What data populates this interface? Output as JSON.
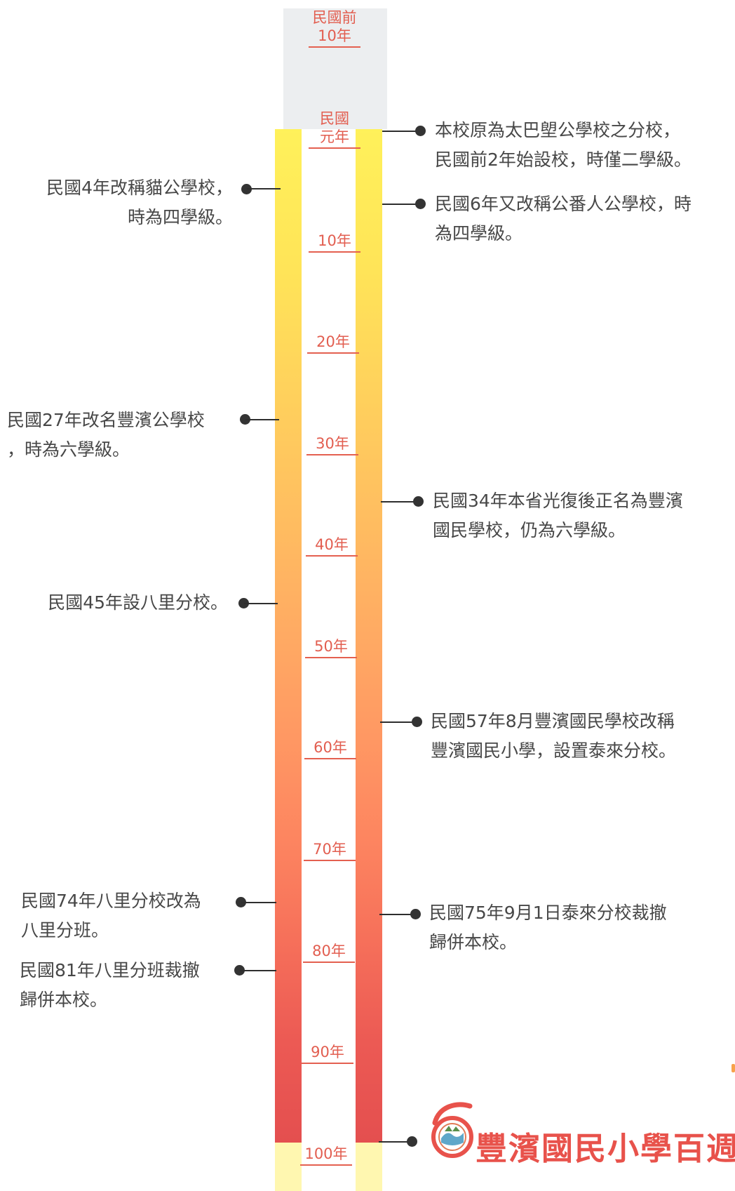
{
  "ticks": [
    {
      "label": "民國前\n10年"
    },
    {
      "label": "民國\n元年"
    },
    {
      "label": "10年"
    },
    {
      "label": "20年"
    },
    {
      "label": "30年"
    },
    {
      "label": "40年"
    },
    {
      "label": "50年"
    },
    {
      "label": "60年"
    },
    {
      "label": "70年"
    },
    {
      "label": "80年"
    },
    {
      "label": "90年"
    },
    {
      "label": "100年"
    }
  ],
  "events_left": [
    {
      "text": "民國4年改稱貓公學校，\n時為四學級。"
    },
    {
      "text": "民國27年改名豐濱公學校\n，時為六學級。"
    },
    {
      "text": "民國45年設八里分校。"
    },
    {
      "text": "民國74年八里分校改為\n八里分班。"
    },
    {
      "text": "民國81年八里分班裁撤\n歸併本校。"
    }
  ],
  "events_right": [
    {
      "text": "本校原為太巴塱公學校之分校，\n民國前2年始設校，時僅二學級。"
    },
    {
      "text": "民國6年又改稱公番人公學校，時\n為四學級。"
    },
    {
      "text": "民國34年本省光復後正名為豐濱\n國民學校，仍為六學級。"
    },
    {
      "text": "民國57年8月豐濱國民學校改稱\n豐濱國民小學，設置泰來分校。"
    },
    {
      "text": "民國75年9月1日泰來分校裁撤\n歸併本校。"
    }
  ],
  "footer": {
    "title": "豐濱國民小學百週",
    "logo_icon": "school-emblem-icon"
  }
}
